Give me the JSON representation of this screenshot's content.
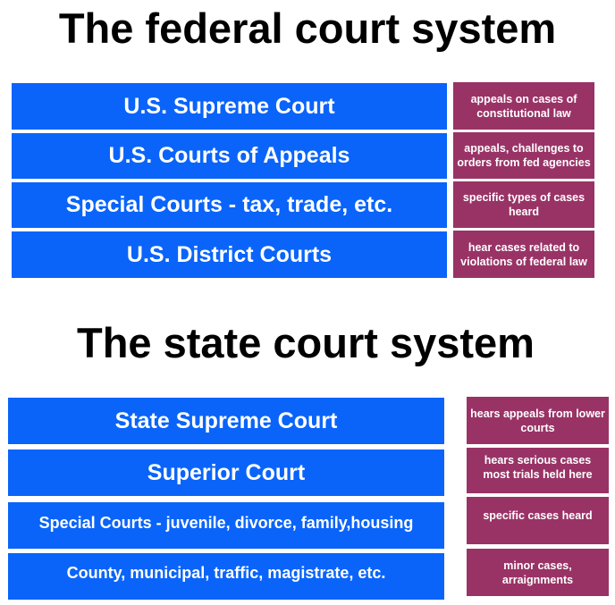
{
  "federal": {
    "title": "The federal court system",
    "courts": [
      {
        "name": "U.S. Supreme Court",
        "note": "appeals on cases of constitutional law"
      },
      {
        "name": "U.S. Courts of Appeals",
        "note": "appeals, challenges to orders from fed agencies"
      },
      {
        "name": "Special Courts - tax, trade, etc.",
        "note": "specific types of cases heard"
      },
      {
        "name": "U.S. District Courts",
        "note": "hear cases related to violations of federal law"
      }
    ]
  },
  "state": {
    "title": "The state court system",
    "courts": [
      {
        "name": "State Supreme Court",
        "note": "hears appeals from lower courts"
      },
      {
        "name": "Superior Court",
        "note": "hears serious cases most trials held here"
      },
      {
        "name": "Special Courts - juvenile, divorce, family,housing",
        "note": "specific cases heard"
      },
      {
        "name": "County, municipal, traffic, magistrate, etc.",
        "note": "minor cases, arraignments"
      }
    ]
  },
  "colors": {
    "court": "#0a64fa",
    "note": "#993366"
  }
}
